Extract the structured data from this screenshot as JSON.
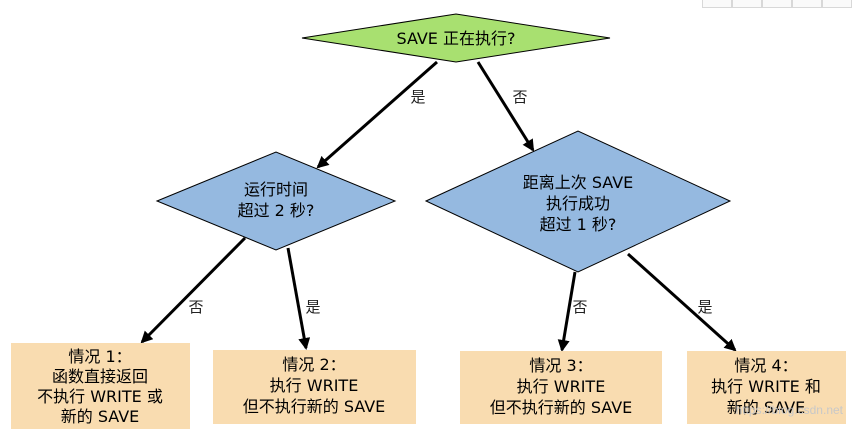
{
  "toolbar": {
    "icons": [
      "copy-icon",
      "expand-icon",
      "fit-icon",
      "export-icon",
      "more-icon"
    ]
  },
  "colors": {
    "decision_root": "#a8e070",
    "decision": "#95b9e0",
    "outcome": "#f9dcb0",
    "stroke": "#000000"
  },
  "diagram": {
    "nodes": {
      "root": {
        "lines": [
          "SAVE 正在执行?"
        ]
      },
      "left_decision": {
        "lines": [
          "运行时间",
          "超过 2 秒?"
        ]
      },
      "right_decision": {
        "lines": [
          "距离上次 SAVE",
          "执行成功",
          "超过 1 秒?"
        ]
      },
      "case1": {
        "lines": [
          "情况 1：",
          "函数直接返回",
          "不执行 WRITE 或",
          "新的 SAVE"
        ]
      },
      "case2": {
        "lines": [
          "情况 2：",
          "执行 WRITE",
          "但不执行新的 SAVE"
        ]
      },
      "case3": {
        "lines": [
          "情况 3：",
          "执行 WRITE",
          "但不执行新的 SAVE"
        ]
      },
      "case4": {
        "lines": [
          "情况 4：",
          "执行 WRITE 和",
          "新的 SAVE"
        ]
      }
    },
    "edges": {
      "root_left": "是",
      "root_right": "否",
      "left_case1": "否",
      "left_case2": "是",
      "right_case3": "否",
      "right_case4": "是"
    }
  },
  "watermark": "https://blog.csdn.net"
}
